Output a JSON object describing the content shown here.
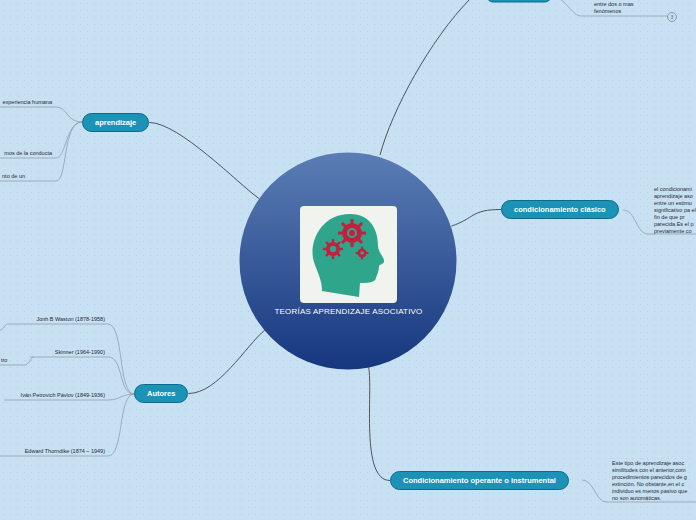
{
  "diagram": {
    "nodes": [
      {
        "text": [
          "TEORÍAS APRENDIZAJE ASOCIATIVO"
        ]
      },
      {
        "text": [
          "aprendizaje"
        ]
      },
      {
        "text": [
          "condicionamiento clásico"
        ]
      },
      {
        "text": [
          "Autores"
        ]
      },
      {
        "text": [
          "Condicionamiento operante o instrumental"
        ]
      }
    ],
    "edges": [
      {
        "from": 0,
        "to": 1,
        "arrow": "none"
      },
      {
        "from": 0,
        "to": 2,
        "arrow": "none"
      },
      {
        "from": 0,
        "to": 3,
        "arrow": "none"
      },
      {
        "from": 0,
        "to": 4,
        "arrow": "none"
      }
    ],
    "labels": [
      "entre dos o mas fenómenos",
      "3",
      "experiencia humana",
      "mos de la conducta",
      "nto de un",
      "el condicionami aprendizaje aso entre un estimu significativo pa el fin de que pr parecida.Es el p previamente co",
      "Jonh B Waston (1878-1958)",
      "tro",
      "Skinner (1964-1990)",
      "Iván Petrovich Pávlov (1849-1936)",
      "Edward Thorndike (1874 – 1949)",
      "Este tipo de aprendizaje asoc similitudes con el anterior,com procedimientos parecidos de g extinción. No obstante,en el c individuo es menos pasivo que no son automáticas."
    ]
  }
}
